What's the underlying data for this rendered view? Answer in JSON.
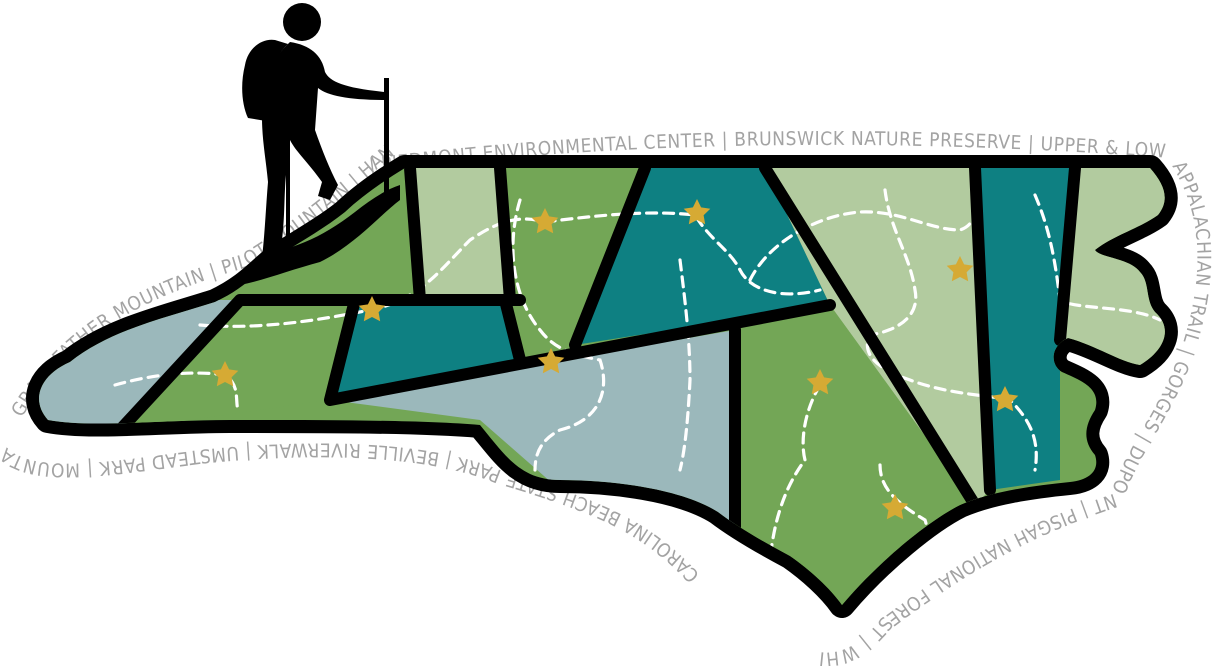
{
  "colors": {
    "outline": "#000000",
    "teal": "#0e8082",
    "dark_green": "#73a656",
    "light_green": "#b2cb9f",
    "slate": "#9bb8bb",
    "trail": "#ffffff",
    "star": "#d6aa34",
    "label_text": "#a3a3a3"
  },
  "icons": {
    "hiker": "hiker-silhouette-icon",
    "marker": "star-icon"
  },
  "ring_labels": {
    "top": "| PIEDMONT ENVIRONMENTAL CENTER  |  BRUNSWICK NATURE PRESERVE  |  UPPER & LOWER POND CREEK  |",
    "northwest": "GRANDFATHER MOUNTAIN  |  PILOT MOUNTAIN  |  HANGING ROCK",
    "east": "APPALACHIAN TRAIL  |  GORGES  |  DUPONT  |  PISGAH NATIONAL FOREST  |  WHITE PLINES NATURE PRESERVE  |",
    "south": "CAROLINA BEACH STATE PARK  |  BEVILLE RIVERWALK  |  UMSTEAD PARK  |  MOUNTAINS TO SEA TRAIL  |"
  }
}
